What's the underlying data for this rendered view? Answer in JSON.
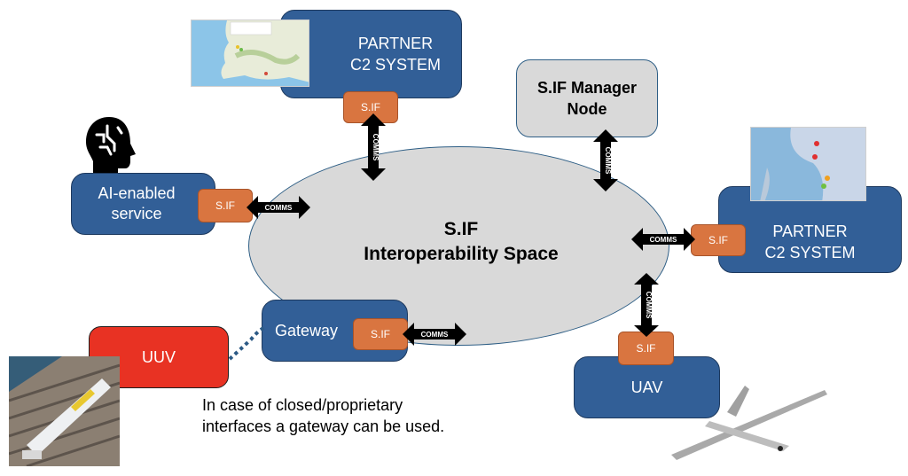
{
  "diagram": {
    "center": {
      "title": "S.IF",
      "subtitle": "Interoperability Space"
    },
    "interface_label": "S.IF",
    "link_label": "COMMS",
    "nodes": {
      "partner_c2_top": {
        "line1": "PARTNER",
        "line2": "C2 SYSTEM"
      },
      "manager_node": {
        "line1": "S.IF Manager",
        "line2": "Node"
      },
      "partner_c2_right": {
        "line1": "PARTNER",
        "line2": "C2 SYSTEM"
      },
      "ai_service": {
        "line1": "AI-enabled",
        "line2": "service"
      },
      "gateway": {
        "label": "Gateway"
      },
      "uuv": {
        "label": "UUV"
      },
      "uav": {
        "label": "UAV"
      }
    },
    "caption": "In case of closed/proprietary interfaces a gateway can be used.",
    "colors": {
      "node_blue": "#325f97",
      "sif_orange": "#d97540",
      "uuv_red": "#e83223",
      "space_gray": "#d9d9d9"
    }
  }
}
